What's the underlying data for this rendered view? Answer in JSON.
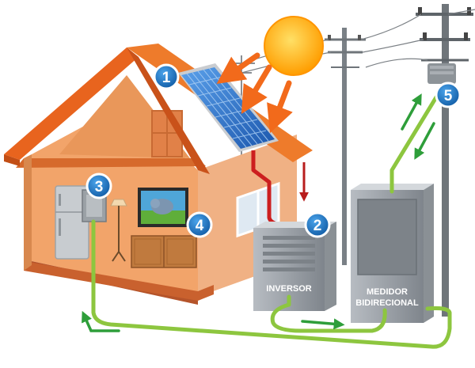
{
  "labels": {
    "inverter": "INVERSOR",
    "meter_line1": "MEDIDOR",
    "meter_line2": "BIDIRECIONAL"
  },
  "badges": [
    "1",
    "2",
    "3",
    "4",
    "5"
  ],
  "colors": {
    "sun": "#ffb21a",
    "sun_rays": "#f26a1b",
    "roof": "#e8641e",
    "wall": "#f2a46a",
    "solar_panel": "#2f73c9",
    "dc_cable": "#cc1f1f",
    "ac_cable": "#8dc63f",
    "flow_arrow": "#2e9e3a",
    "badge": "#1f79c7",
    "equipment": "#9aa0a6"
  },
  "icons": [
    "sun-icon",
    "solar-panel-icon",
    "utility-pole-icon",
    "refrigerator-icon",
    "television-icon",
    "lamp-icon"
  ]
}
